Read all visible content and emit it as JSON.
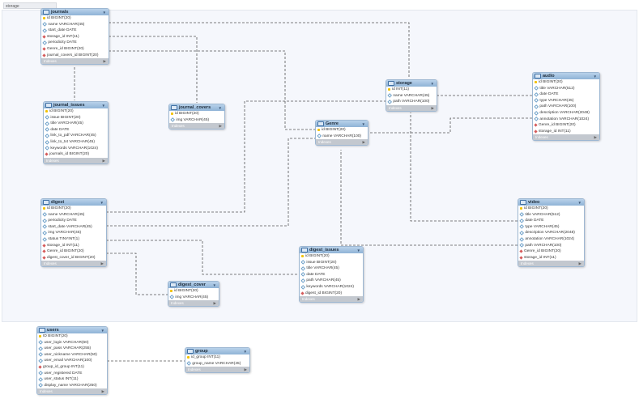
{
  "layer": {
    "label": "storage"
  },
  "footer_label": "Indexes",
  "colors": {
    "header": "#8fb3d6",
    "pk": "#f2c200",
    "fk": "#d55a5a",
    "line": "#555555"
  },
  "tables": [
    {
      "key": "journals",
      "name": "journals",
      "columns": [
        {
          "k": "pk",
          "t": "id BIGINT(20)"
        },
        {
          "k": "col",
          "t": "name VARCHAR(45)"
        },
        {
          "k": "col",
          "t": "start_date DATE"
        },
        {
          "k": "fk",
          "t": "storage_id INT(11)"
        },
        {
          "k": "col",
          "t": "periodicity DATE"
        },
        {
          "k": "fk",
          "t": "Genre_id BIGINT(20)"
        },
        {
          "k": "fk",
          "t": "journal_covers_id BIGINT(20)"
        }
      ]
    },
    {
      "key": "journal_issues",
      "name": "journal_issues",
      "columns": [
        {
          "k": "pk",
          "t": "id BIGINT(20)"
        },
        {
          "k": "col",
          "t": "issue BIGINT(20)"
        },
        {
          "k": "col",
          "t": "title VARCHAR(45)"
        },
        {
          "k": "col",
          "t": "date DATE"
        },
        {
          "k": "col",
          "t": "link_to_pdf VARCHAR(45)"
        },
        {
          "k": "col",
          "t": "link_to_txt VARCHAR(45)"
        },
        {
          "k": "col",
          "t": "keywords VARCHAR(1024)"
        },
        {
          "k": "fk",
          "t": "journals_id BIGINT(20)"
        }
      ]
    },
    {
      "key": "journal_covers",
      "name": "journal_covers",
      "columns": [
        {
          "k": "pk",
          "t": "id BIGINT(20)"
        },
        {
          "k": "col",
          "t": "img VARCHAR(45)"
        }
      ]
    },
    {
      "key": "storage",
      "name": "storage",
      "columns": [
        {
          "k": "pk",
          "t": "id INT(11)"
        },
        {
          "k": "col",
          "t": "name VARCHAR(45)"
        },
        {
          "k": "col",
          "t": "path VARCHAR(100)"
        }
      ]
    },
    {
      "key": "Genre",
      "name": "Genre",
      "columns": [
        {
          "k": "pk",
          "t": "id BIGINT(20)"
        },
        {
          "k": "col",
          "t": "name VARCHAR(100)"
        }
      ]
    },
    {
      "key": "audio",
      "name": "audio",
      "columns": [
        {
          "k": "pk",
          "t": "id BIGINT(20)"
        },
        {
          "k": "col",
          "t": "title VARCHAR(512)"
        },
        {
          "k": "col",
          "t": "date DATE"
        },
        {
          "k": "col",
          "t": "type VARCHAR(45)"
        },
        {
          "k": "col",
          "t": "path VARCHAR(100)"
        },
        {
          "k": "col",
          "t": "description VARCHAR(2048)"
        },
        {
          "k": "col",
          "t": "annotation VARCHAR(1024)"
        },
        {
          "k": "fk",
          "t": "Genre_id BIGINT(20)"
        },
        {
          "k": "fk",
          "t": "storage_id INT(11)"
        }
      ]
    },
    {
      "key": "digest",
      "name": "digest",
      "columns": [
        {
          "k": "pk",
          "t": "id BIGINT(20)"
        },
        {
          "k": "col",
          "t": "name VARCHAR(45)"
        },
        {
          "k": "col",
          "t": "periodicity DATE"
        },
        {
          "k": "col",
          "t": "start_date VARCHAR(45)"
        },
        {
          "k": "col",
          "t": "img VARCHAR(45)"
        },
        {
          "k": "col",
          "t": "status TINYINT(1)"
        },
        {
          "k": "fk",
          "t": "storage_id INT(11)"
        },
        {
          "k": "fk",
          "t": "Genre_id BIGINT(20)"
        },
        {
          "k": "fk",
          "t": "digest_cover_id BIGINT(20)"
        }
      ]
    },
    {
      "key": "digest_cover",
      "name": "digest_cover",
      "columns": [
        {
          "k": "pk",
          "t": "id BIGINT(20)"
        },
        {
          "k": "col",
          "t": "img VARCHAR(45)"
        }
      ]
    },
    {
      "key": "digest_issues",
      "name": "digest_issues",
      "columns": [
        {
          "k": "pk",
          "t": "id BIGINT(20)"
        },
        {
          "k": "col",
          "t": "issue BIGINT(20)"
        },
        {
          "k": "col",
          "t": "title VARCHAR(45)"
        },
        {
          "k": "col",
          "t": "date DATE"
        },
        {
          "k": "col",
          "t": "path VARCHAR(45)"
        },
        {
          "k": "col",
          "t": "keywords VARCHAR(1024)"
        },
        {
          "k": "fk",
          "t": "digest_id BIGINT(20)"
        }
      ]
    },
    {
      "key": "video",
      "name": "video",
      "columns": [
        {
          "k": "pk",
          "t": "id BIGINT(20)"
        },
        {
          "k": "col",
          "t": "title VARCHAR(512)"
        },
        {
          "k": "col",
          "t": "date DATE"
        },
        {
          "k": "col",
          "t": "type VARCHAR(45)"
        },
        {
          "k": "col",
          "t": "description VARCHAR(2048)"
        },
        {
          "k": "col",
          "t": "annotation VARCHAR(1024)"
        },
        {
          "k": "col",
          "t": "path VARCHAR(100)"
        },
        {
          "k": "fk",
          "t": "Genre_id BIGINT(20)"
        },
        {
          "k": "fk",
          "t": "storage_id INT(11)"
        }
      ]
    },
    {
      "key": "users",
      "name": "users",
      "columns": [
        {
          "k": "pk",
          "t": "ID BIGINT(20)"
        },
        {
          "k": "col",
          "t": "user_login VARCHAR(60)"
        },
        {
          "k": "col",
          "t": "user_pass VARCHAR(255)"
        },
        {
          "k": "col",
          "t": "user_nickname VARCHAR(50)"
        },
        {
          "k": "col",
          "t": "user_email VARCHAR(100)"
        },
        {
          "k": "fk",
          "t": "group_id_group INT(11)"
        },
        {
          "k": "col",
          "t": "user_registered DATE"
        },
        {
          "k": "col",
          "t": "user_status INT(11)"
        },
        {
          "k": "col",
          "t": "display_name VARCHAR(250)"
        }
      ]
    },
    {
      "key": "group",
      "name": "group",
      "columns": [
        {
          "k": "pk",
          "t": "id_group INT(11)"
        },
        {
          "k": "col",
          "t": "group_name VARCHAR(45)"
        }
      ]
    }
  ]
}
